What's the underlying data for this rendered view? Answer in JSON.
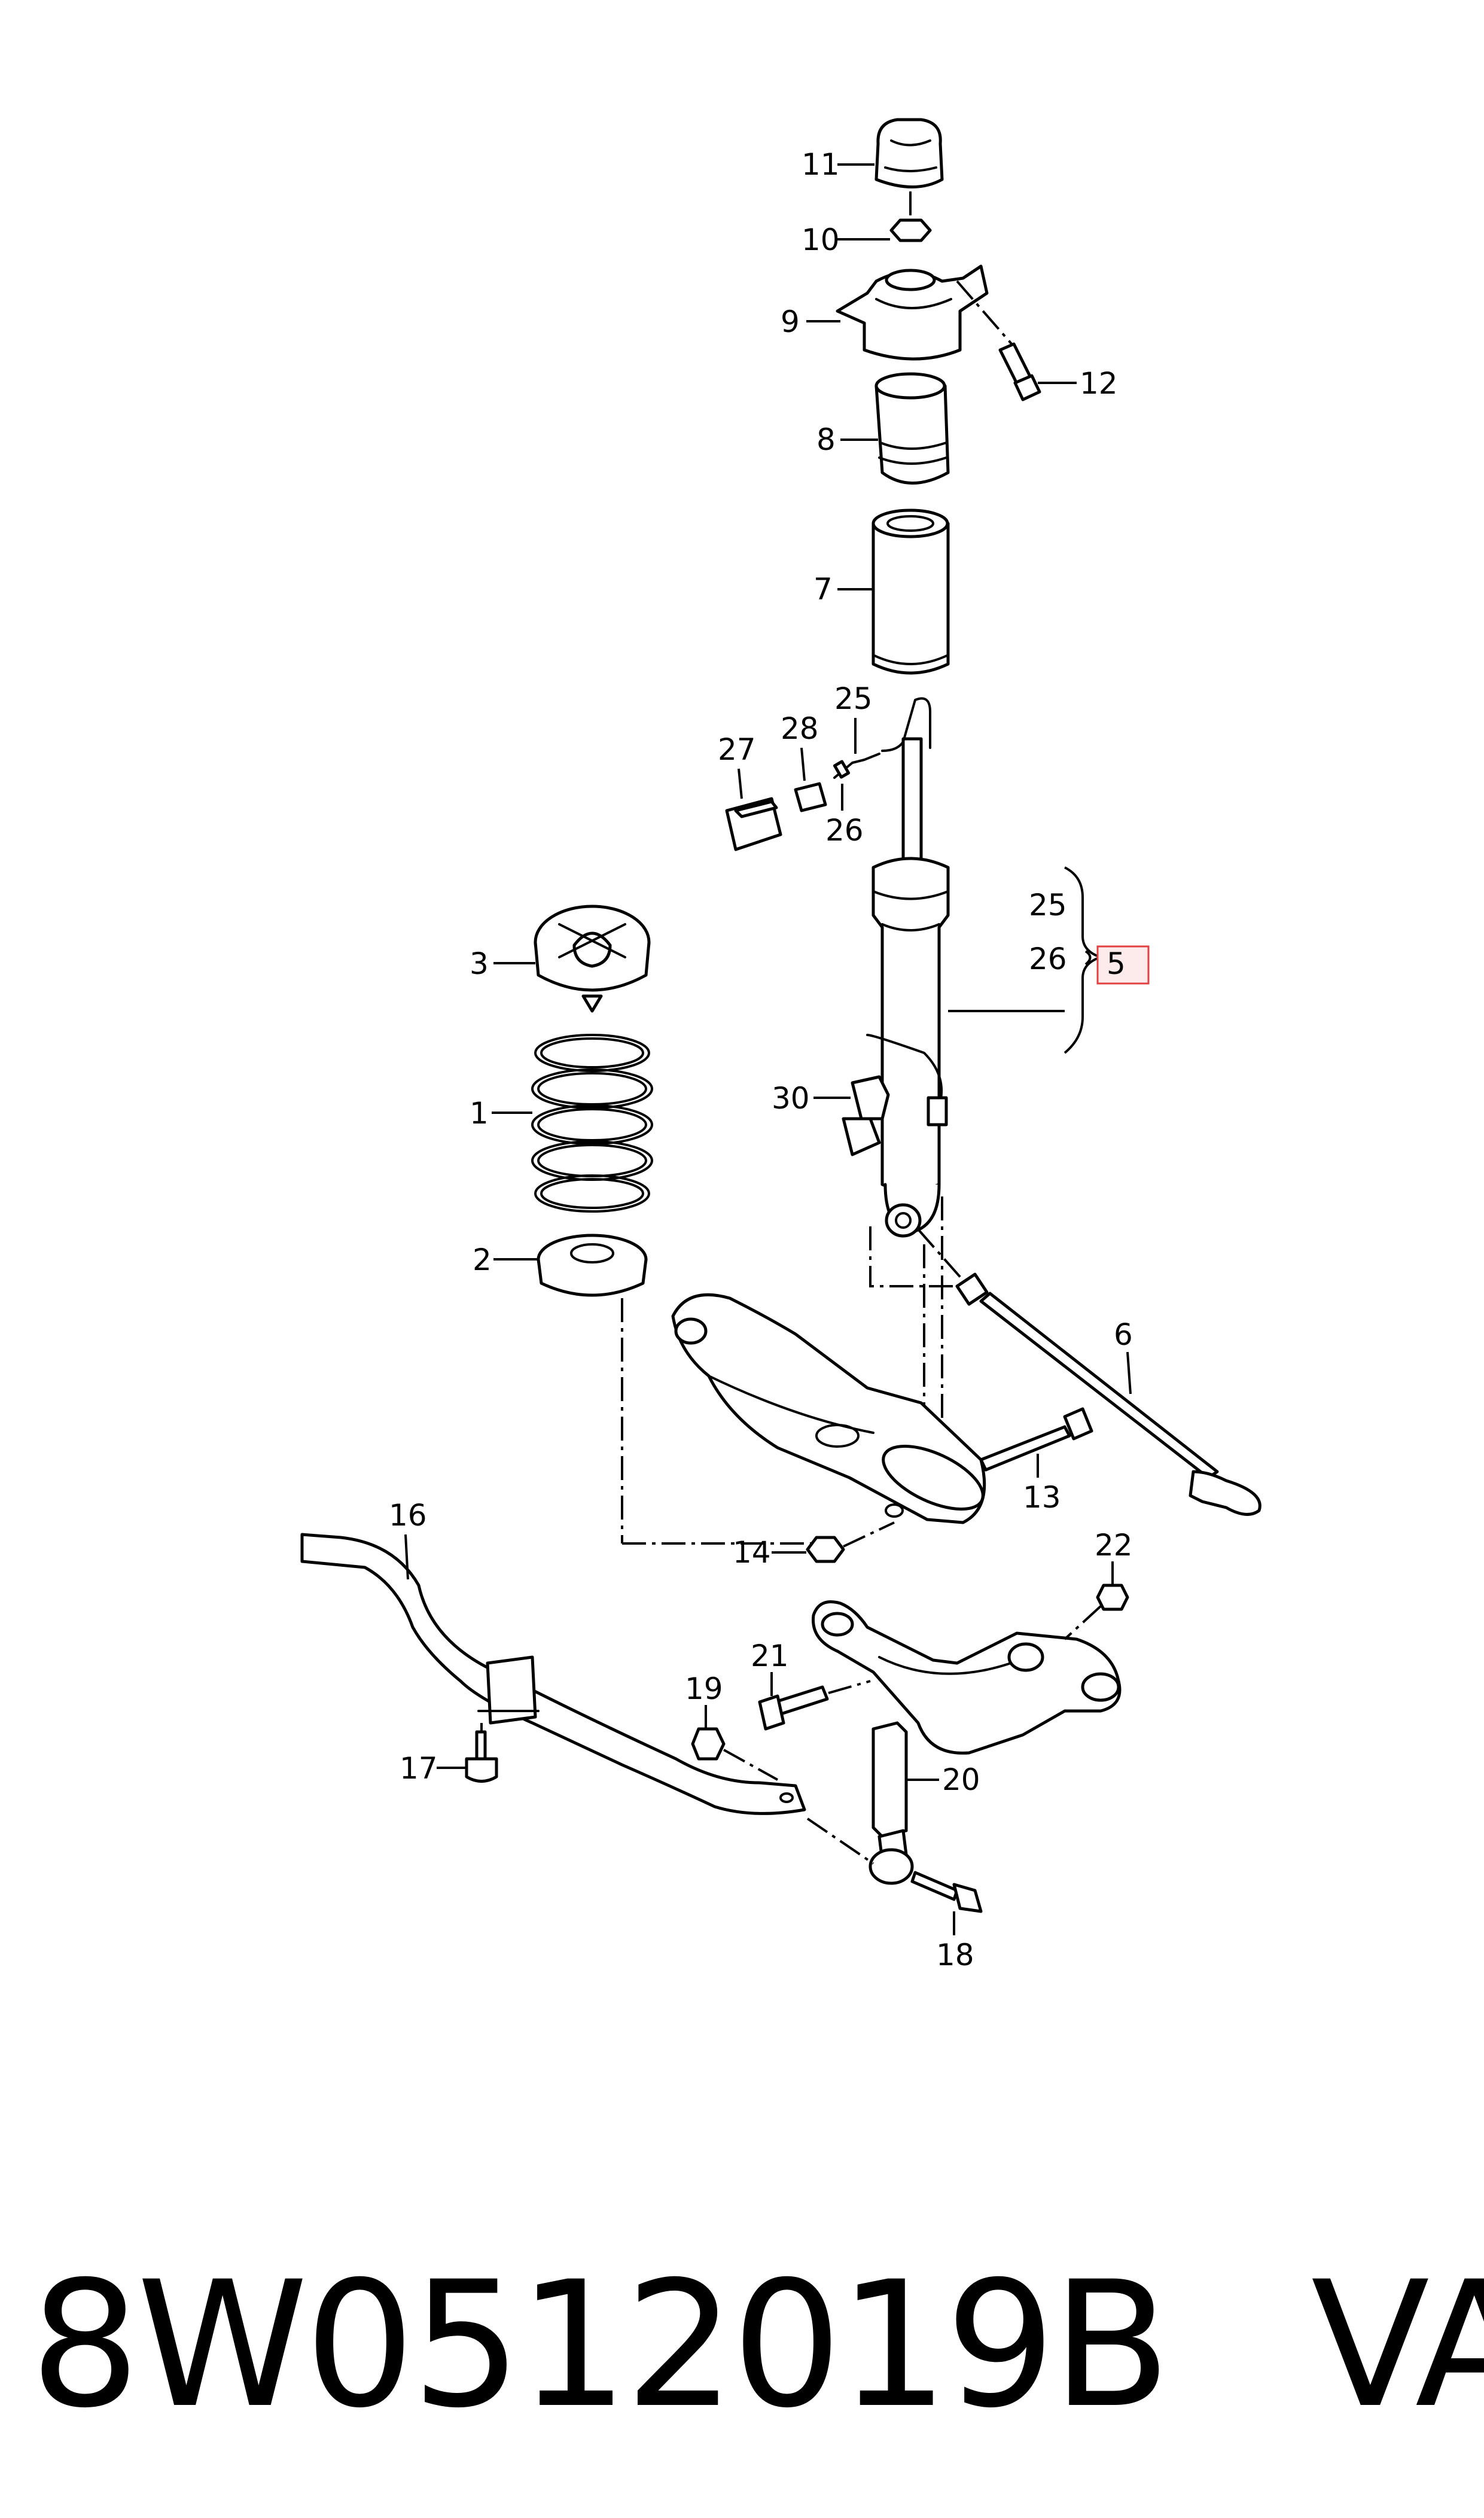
{
  "diagram": {
    "callouts": {
      "c1": "1",
      "c2": "2",
      "c3": "3",
      "c5": "5",
      "c6": "6",
      "c7": "7",
      "c8": "8",
      "c9": "9",
      "c10": "10",
      "c11": "11",
      "c12": "12",
      "c13": "13",
      "c14": "14",
      "c16": "16",
      "c17": "17",
      "c18": "18",
      "c19": "19",
      "c20": "20",
      "c21": "21",
      "c22": "22",
      "c25a": "25",
      "c25b": "25",
      "c26a": "26",
      "c26b": "26",
      "c27": "27",
      "c28": "28",
      "c30": "30"
    },
    "highlight_color": "#e04040"
  },
  "footer": {
    "part_number": "8W0512019B",
    "brand": "VAG"
  }
}
